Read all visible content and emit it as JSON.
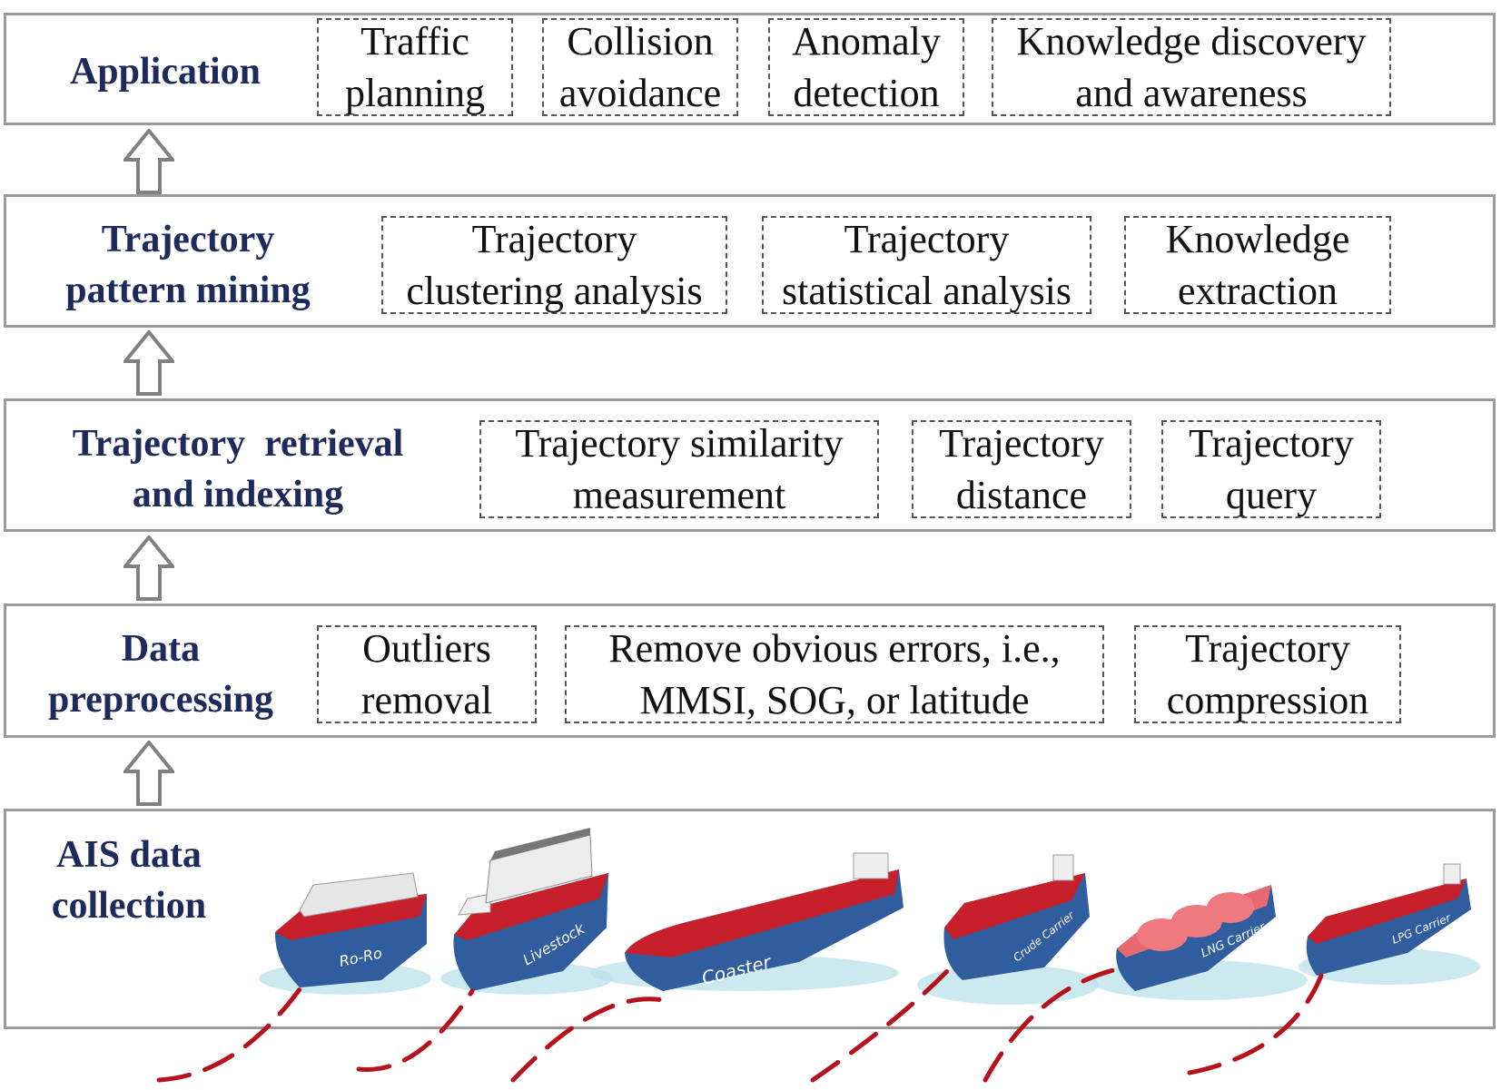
{
  "layers": [
    {
      "key": "application",
      "title": "Application",
      "items": [
        "Traffic\nplanning",
        "Collision\navoidance",
        "Anomaly\ndetection",
        "Knowledge discovery\nand awareness"
      ]
    },
    {
      "key": "pattern_mining",
      "title": "Trajectory\npattern mining",
      "items": [
        "Trajectory\nclustering analysis",
        "Trajectory\nstatistical analysis",
        "Knowledge\nextraction"
      ]
    },
    {
      "key": "retrieval",
      "title": "Trajectory  retrieval\nand indexing",
      "items": [
        "Trajectory similarity\nmeasurement",
        "Trajectory\ndistance",
        "Trajectory\nquery"
      ]
    },
    {
      "key": "preprocessing",
      "title": "Data\npreprocessing",
      "items": [
        "Outliers\nremoval",
        "Remove obvious errors, i.e.,\nMMSI, SOG, or latitude",
        "Trajectory\ncompression"
      ]
    },
    {
      "key": "collection",
      "title": "AIS data\ncollection",
      "ships": [
        "Ro-Ro",
        "Livestock",
        "Coaster",
        "Crude Carrier",
        "LNG Carrier",
        "LPG Carrier"
      ]
    }
  ],
  "colors": {
    "title": "#1f2a5c",
    "layer_border": "#9a9a9a",
    "arrow": "#808080",
    "hull_blue": "#2f5d9e",
    "deck_red": "#c8202a",
    "trajectory": "#b5121b"
  }
}
